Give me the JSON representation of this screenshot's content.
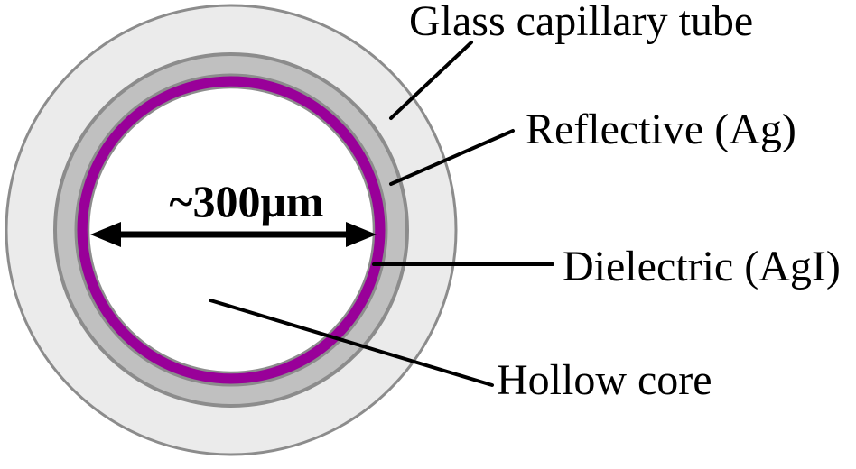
{
  "figure": {
    "labels": {
      "glass": "Glass capillary tube",
      "reflective": "Reflective (Ag)",
      "dielectric": "Dielectric (AgI)",
      "hollow_core": "Hollow core",
      "core_diameter": "~300μm"
    },
    "colors": {
      "background": "#ffffff",
      "glass_fill": "#ebebeb",
      "reflective_fill": "#c0c0c0",
      "dielectric_fill": "#990099",
      "core_fill": "#ffffff",
      "ring_outline": "#8c8c8c",
      "annotation": "#000000"
    }
  }
}
